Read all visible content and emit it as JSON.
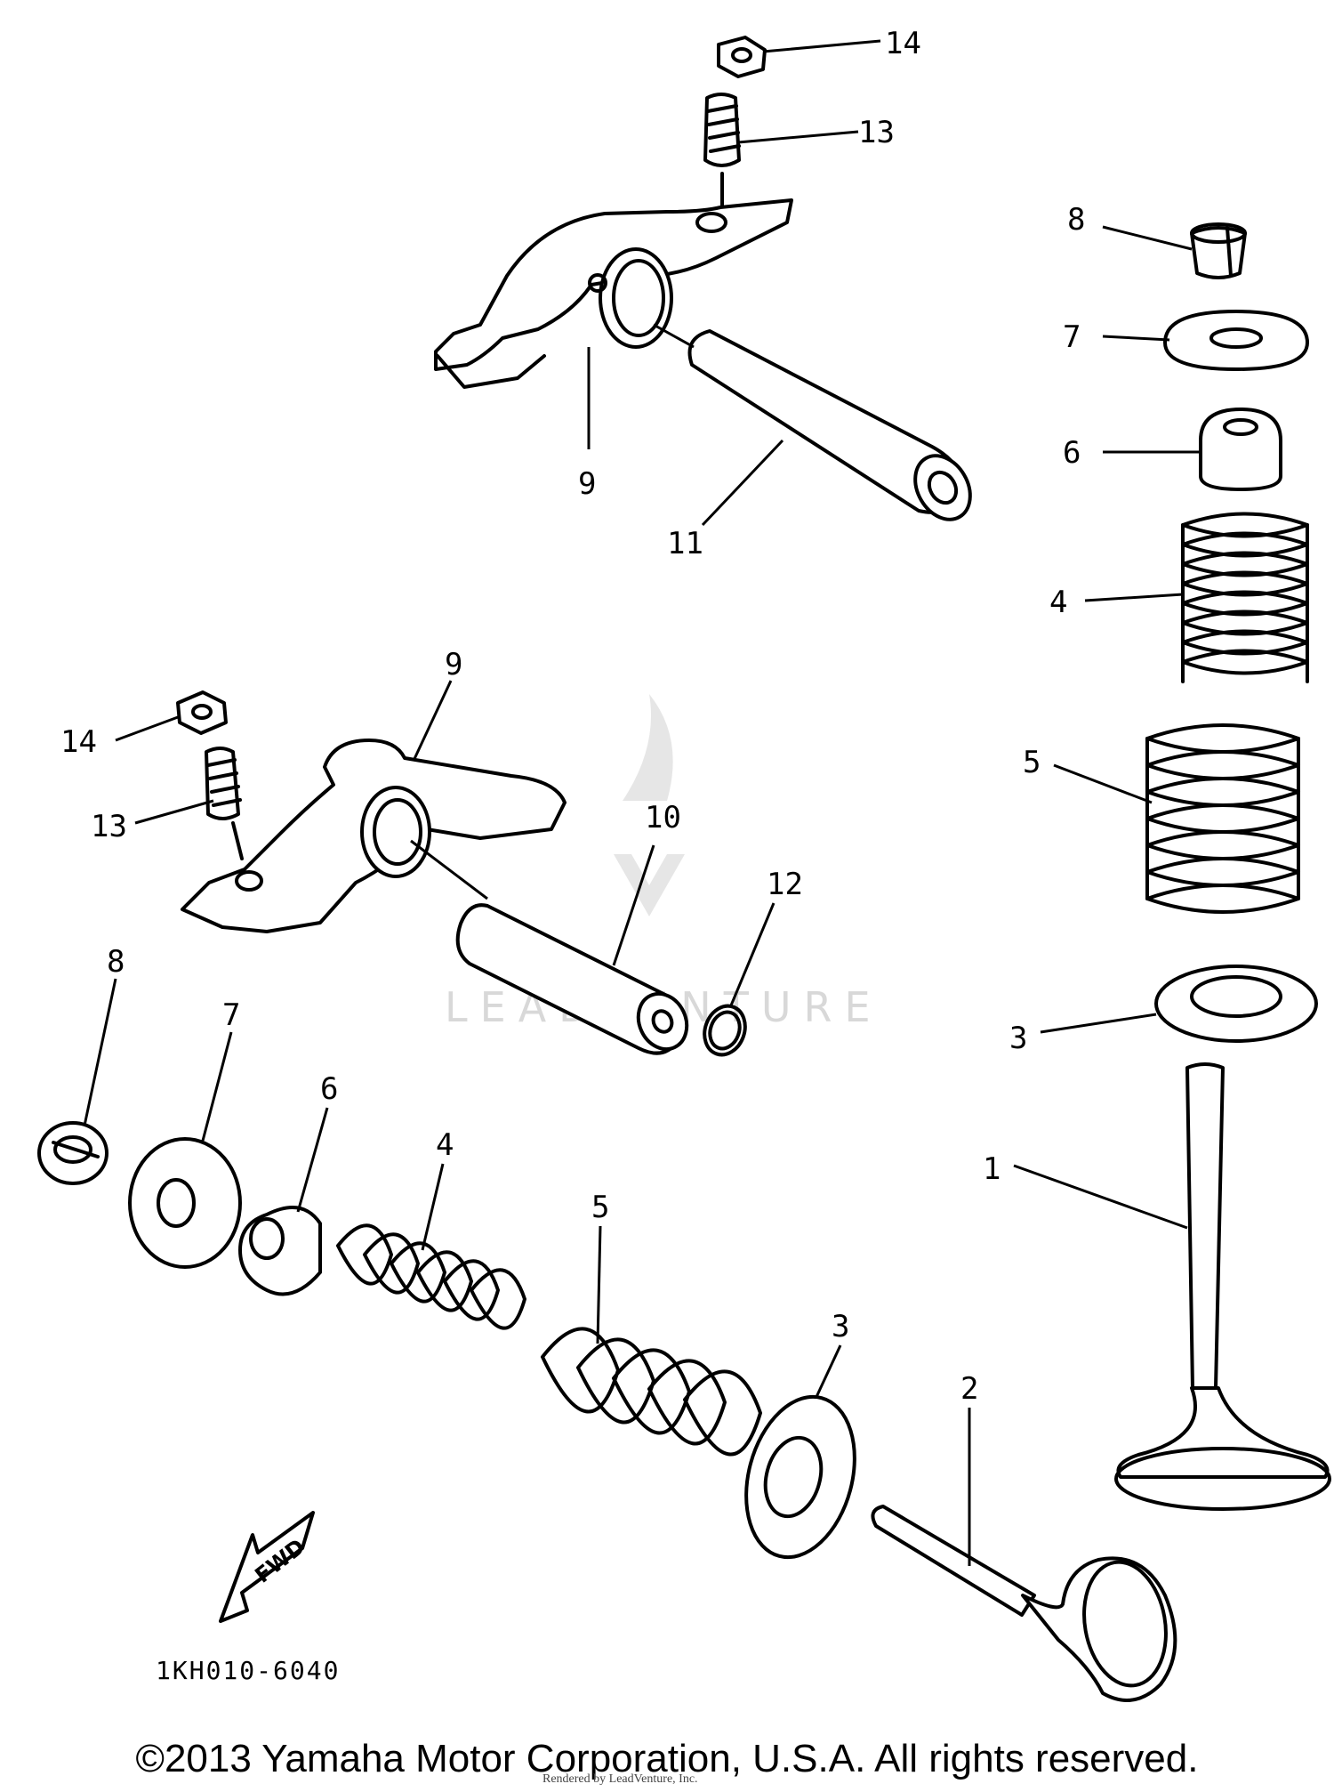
{
  "watermark": "LEADVENTURE",
  "diagram_code": "1KH010-6040",
  "fwd_label": "FWD",
  "copyright": "©2013 Yamaha Motor Corporation, U.S.A. All rights reserved.",
  "rendered_by": "Rendered by LeadVenture, Inc.",
  "callouts": {
    "upper": {
      "n14": "14",
      "n13": "13",
      "n9": "9",
      "n11": "11"
    },
    "middle": {
      "n14": "14",
      "n13": "13",
      "n9": "9",
      "n10": "10",
      "n12": "12"
    },
    "right": {
      "n8": "8",
      "n7": "7",
      "n6": "6",
      "n4": "4",
      "n5": "5",
      "n3": "3",
      "n1": "1"
    },
    "lower": {
      "n8": "8",
      "n7": "7",
      "n6": "6",
      "n4": "4",
      "n5": "5",
      "n3": "3",
      "n2": "2"
    }
  }
}
